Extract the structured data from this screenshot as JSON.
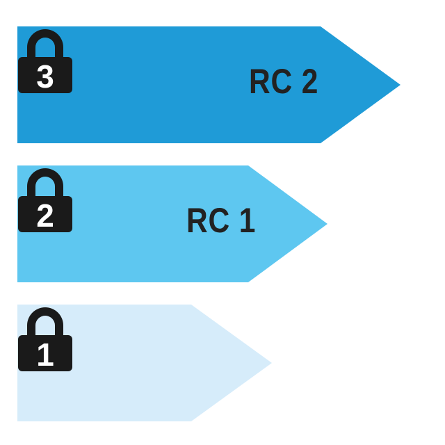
{
  "levels": [
    {
      "digit": "3",
      "label": "RC 2",
      "color": "#1f9bd7"
    },
    {
      "digit": "2",
      "label": "RC 1",
      "color": "#5ec7f0"
    },
    {
      "digit": "1",
      "label": "",
      "color": "#d6ecfa"
    }
  ]
}
